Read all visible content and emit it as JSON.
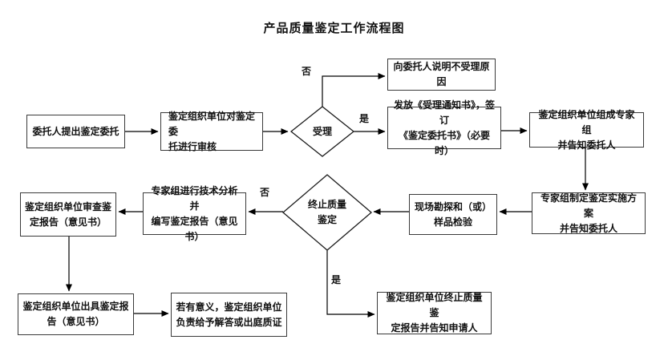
{
  "title": "产品质量鉴定工作流程图",
  "nodes": {
    "client_request": {
      "label": "委托人提出鉴定委托"
    },
    "org_review": {
      "label": "鉴定组织单位对鉴定委\n托进行审核"
    },
    "accept_decision": {
      "label": "受理"
    },
    "reject_reason": {
      "label": "向委托人说明不受理原因"
    },
    "issue_notice": {
      "label": "发放《受理通知书》，签订\n《鉴定委托书》（必要时）"
    },
    "form_expert_group": {
      "label": "鉴定组织单位组成专家组\n并告知委托人"
    },
    "make_plan": {
      "label": "专家组制定鉴定实施方案\n并告知委托人"
    },
    "site_survey": {
      "label": "现场勘探和（或）\n样品检验"
    },
    "terminate_decision": {
      "label": "终止质量\n鉴定"
    },
    "expert_analysis": {
      "label": "专家组进行技术分析并\n编写鉴定报告（意见书）"
    },
    "org_review_report": {
      "label": "鉴定组织单位审查鉴\n定报告（意见书）"
    },
    "issue_report": {
      "label": "鉴定组织单位出具鉴定报\n告（意见书）"
    },
    "court_testimony": {
      "label": "若有意义，鉴定组织单位\n负责给予解答或出庭质证"
    },
    "terminate_report": {
      "label": "鉴定组织单位终止质量鉴\n定报告并告知申请人"
    }
  },
  "branch_labels": {
    "accept_no": "否",
    "accept_yes": "是",
    "terminate_no": "否",
    "terminate_yes": "是"
  },
  "edges": [
    {
      "from": "client_request",
      "to": "org_review",
      "label": ""
    },
    {
      "from": "org_review",
      "to": "accept_decision",
      "label": ""
    },
    {
      "from": "accept_decision",
      "to": "reject_reason",
      "label": "否"
    },
    {
      "from": "accept_decision",
      "to": "issue_notice",
      "label": "是"
    },
    {
      "from": "issue_notice",
      "to": "form_expert_group",
      "label": ""
    },
    {
      "from": "form_expert_group",
      "to": "make_plan",
      "label": ""
    },
    {
      "from": "make_plan",
      "to": "site_survey",
      "label": ""
    },
    {
      "from": "site_survey",
      "to": "terminate_decision",
      "label": ""
    },
    {
      "from": "terminate_decision",
      "to": "expert_analysis",
      "label": "否"
    },
    {
      "from": "expert_analysis",
      "to": "org_review_report",
      "label": ""
    },
    {
      "from": "org_review_report",
      "to": "issue_report",
      "label": ""
    },
    {
      "from": "issue_report",
      "to": "court_testimony",
      "label": ""
    },
    {
      "from": "terminate_decision",
      "to": "terminate_report",
      "label": "是"
    }
  ],
  "colors": {
    "line": "#000000",
    "border": "#3a3a3a",
    "text": "#111111",
    "background": "#ffffff"
  }
}
